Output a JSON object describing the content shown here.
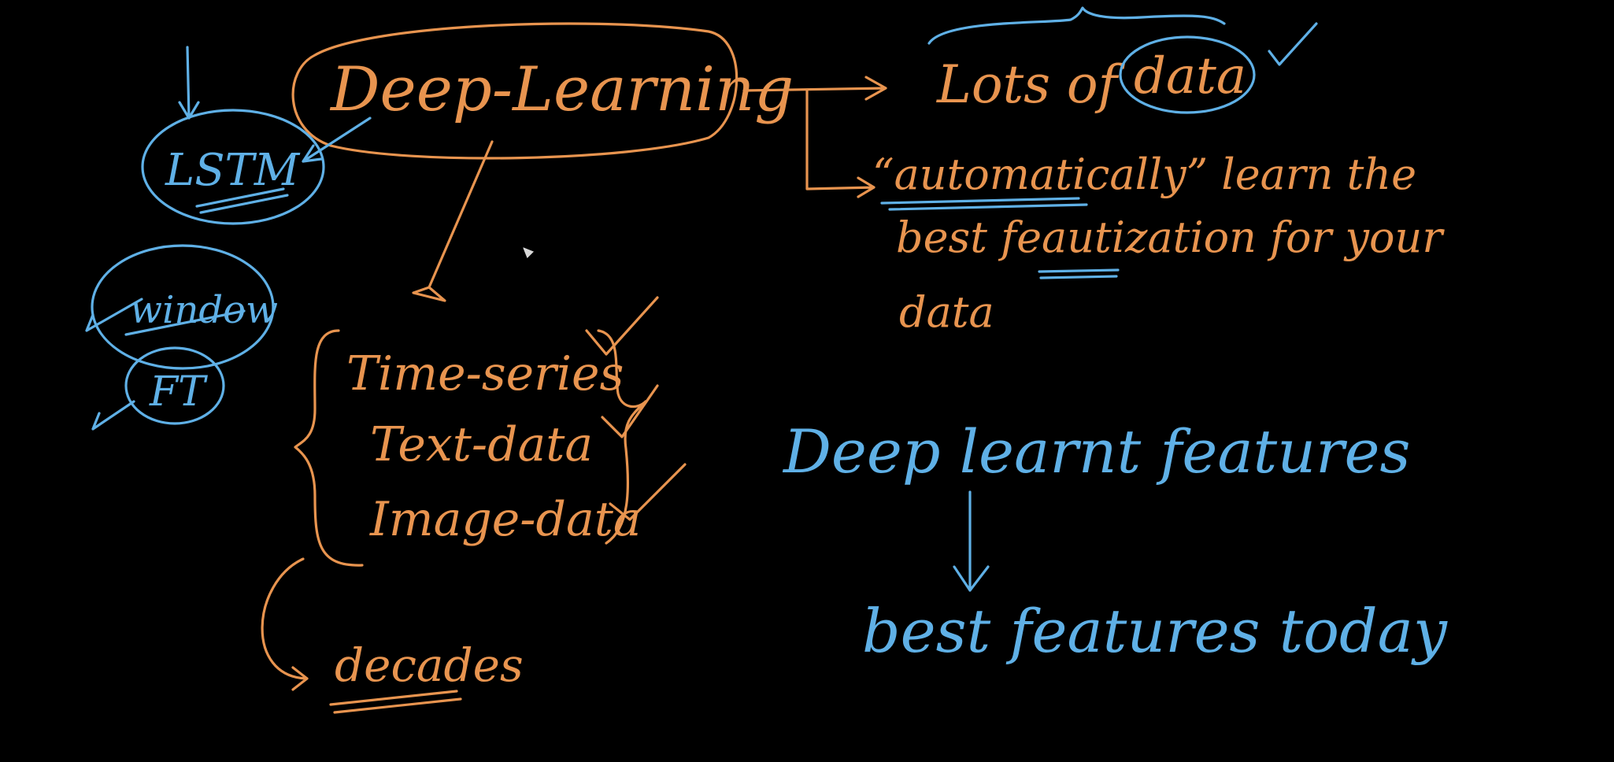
{
  "colors": {
    "background": "#000000",
    "orange_ink": "#e8944f",
    "blue_ink": "#5fb0e6"
  },
  "diagram": {
    "center": "Deep-Learning",
    "left": {
      "lstm": "LSTM",
      "window": "window",
      "ft": "FT"
    },
    "right": {
      "lots_of": "Lots of",
      "data": "data",
      "auto_line1": "“automatically” learn the",
      "auto_line2": "best feautization for your",
      "auto_line3": "data",
      "deep_learnt": "Deep learnt features",
      "best_today": "best features today"
    },
    "bottom": {
      "time_series": "Time-series",
      "text_data": "Text-data",
      "image_data": "Image-data",
      "decades": "decades"
    }
  }
}
